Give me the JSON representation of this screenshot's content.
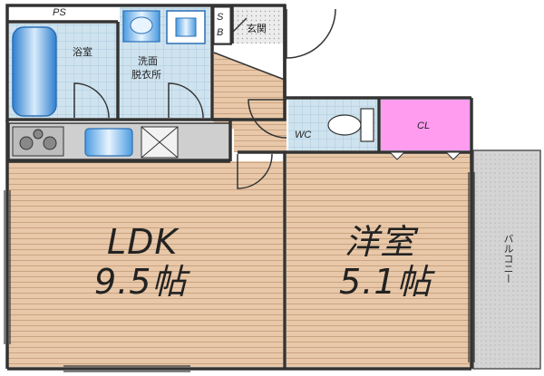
{
  "rooms": {
    "ps": "PS",
    "bath": "浴室",
    "washroom_line1": "洗面",
    "washroom_line2": "脱衣所",
    "sb_s": "S",
    "sb_b": "B",
    "entrance": "玄関",
    "wc": "WC",
    "closet": "CL",
    "ldk_name": "LDK",
    "ldk_size": "9.5帖",
    "western_name": "洋室",
    "western_size": "5.1帖",
    "balcony": "バルコニー"
  },
  "colors": {
    "floor_wood": "#e8c8a8",
    "tile_blue": "#cfe3ef",
    "closet_pink": "#ff9cf0",
    "wall": "#333333",
    "balcony_gray": "#d4d4d4",
    "kitchen_gray": "#cfcfcf",
    "fixture_blue": "#3b8fd8"
  }
}
